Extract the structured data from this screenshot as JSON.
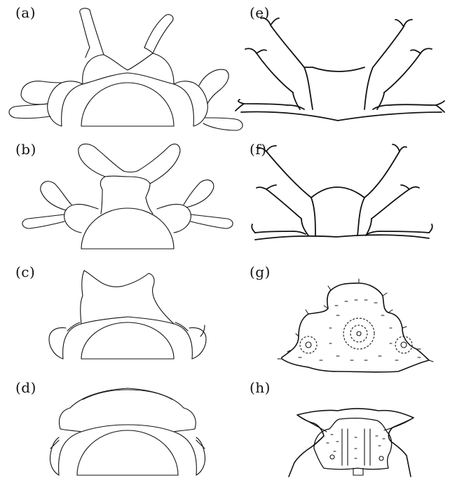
{
  "panel_labels": {
    "a": "(a)",
    "b": "(b)",
    "c": "(c)",
    "d": "(d)",
    "e": "(e)",
    "f": "(f)",
    "g": "(g)",
    "h": "(h)"
  }
}
